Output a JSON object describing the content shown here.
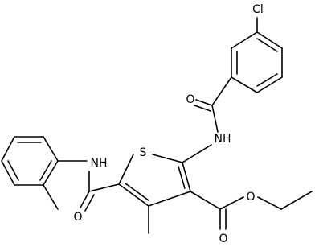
{
  "molecule": {
    "labels": {
      "chlorine": "Cl",
      "amide_oxygen_top": "O",
      "amide_nh_right": "NH",
      "thiophene_sulfur": "S",
      "amide_nh_left": "NH",
      "amide_oxygen_bottom": "O",
      "ester_oxygen_single": "O",
      "ester_oxygen_double": "O"
    },
    "colors": {
      "ink": "#000000",
      "background": "#ffffff"
    }
  }
}
